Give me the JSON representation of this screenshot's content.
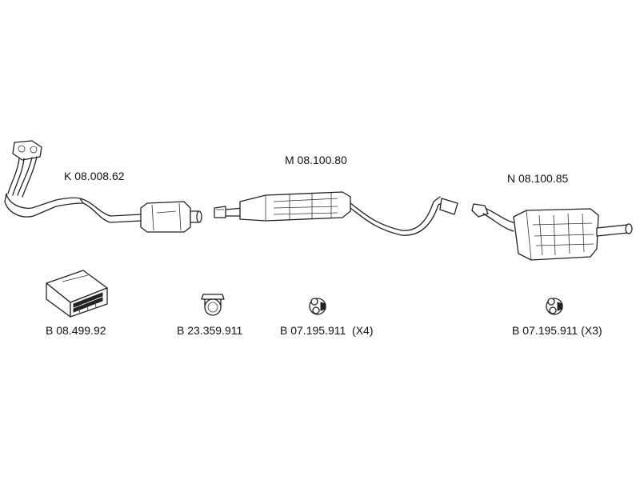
{
  "parts": {
    "front_pipe_catalyst": {
      "code": "K 08.008.62"
    },
    "middle_silencer": {
      "code": "M 08.100.80"
    },
    "rear_silencer": {
      "code": "N 08.100.85"
    },
    "mounting_kit": {
      "code": "B 08.499.92"
    },
    "clamp": {
      "code": "B 23.359.911"
    },
    "rubber_hanger_middle": {
      "code": "B 07.195.911",
      "qty": "(X4)"
    },
    "rubber_hanger_rear": {
      "code": "B 07.195.911",
      "qty": "(X3)"
    }
  },
  "colors": {
    "line": "#222222",
    "background": "#ffffff"
  }
}
